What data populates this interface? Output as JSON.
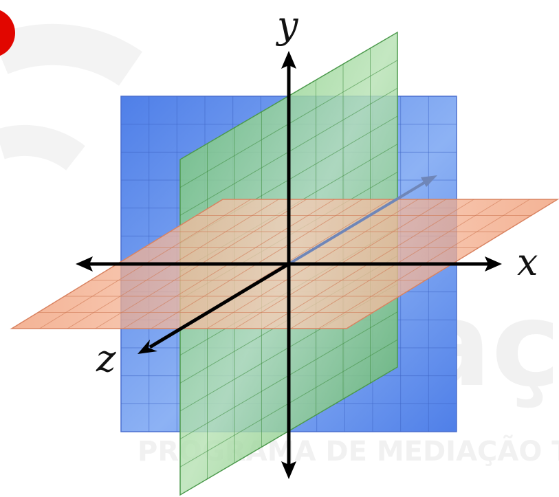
{
  "diagram": {
    "axes": {
      "x_label": "x",
      "y_label": "y",
      "z_label": "z"
    },
    "planes": [
      {
        "name": "xy-plane",
        "color": "#5f8ff0"
      },
      {
        "name": "yz-plane",
        "color": "#74c874"
      },
      {
        "name": "xz-plane",
        "color": "#f3a47f"
      }
    ],
    "corner_badge_color": "#e10600",
    "watermark": {
      "text_small": "PROGRAMA DE MEDIAÇÃO TEC",
      "text_large": "aç"
    }
  }
}
